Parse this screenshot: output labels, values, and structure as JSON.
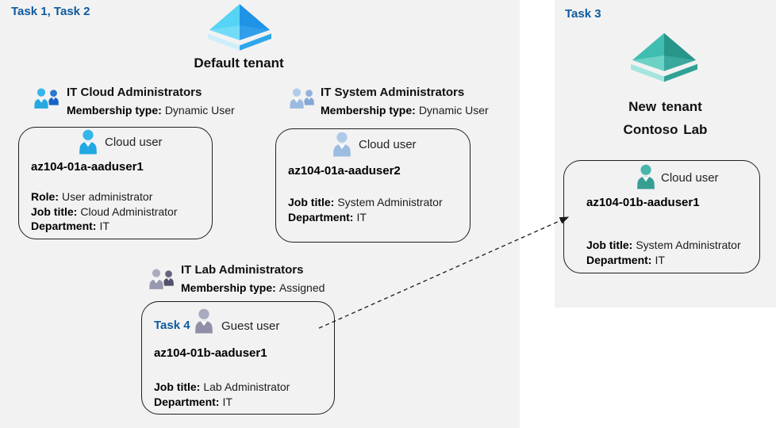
{
  "colors": {
    "task_label_blue": "#0d5a9e",
    "panel_background": "#f2f2f2",
    "card_border": "#1f1f1f",
    "tenant_icon_blue": "#2ea7e9",
    "tenant_icon_teal": "#2fa296",
    "cloud_user_icon_blue": "#29b0e7",
    "cloud_user_icon_pale_blue": "#a6c3e6",
    "guest_user_icon_gray": "#9d9db3",
    "cloud_user_icon_teal": "#41b1a6"
  },
  "icons": {
    "left_tenant": "azure-ad-tenant-diamond-blue",
    "right_tenant": "azure-ad-tenant-diamond-teal",
    "group": "two-people-group-icon",
    "user": "single-person-user-icon"
  },
  "left_panel": {
    "task_label": "Task 1, Task 2",
    "tenant_name": "Default tenant",
    "groups": [
      {
        "name": "IT Cloud Administrators",
        "membership_label": "Membership type:",
        "membership_value": "Dynamic User"
      },
      {
        "name": "IT System Administrators",
        "membership_label": "Membership type:",
        "membership_value": "Dynamic User"
      },
      {
        "name": "IT Lab Administrators",
        "membership_label": "Membership type:",
        "membership_value": "Assigned"
      }
    ],
    "cards": [
      {
        "user_type": "Cloud user",
        "username": "az104-01a-aaduser1",
        "fields": [
          {
            "label": "Role:",
            "value": "User administrator"
          },
          {
            "label": "Job title:",
            "value": "Cloud Administrator"
          },
          {
            "label": "Department:",
            "value": "IT"
          }
        ]
      },
      {
        "user_type": "Cloud user",
        "username": "az104-01a-aaduser2",
        "fields": [
          {
            "label": "Job title:",
            "value": "System Administrator"
          },
          {
            "label": "Department:",
            "value": "IT"
          }
        ]
      },
      {
        "task_label": "Task 4",
        "user_type": "Guest user",
        "username": "az104-01b-aaduser1",
        "fields": [
          {
            "label": "Job title:",
            "value": "Lab Administrator"
          },
          {
            "label": "Department:",
            "value": "IT"
          }
        ]
      }
    ]
  },
  "right_panel": {
    "task_label": "Task 3",
    "tenant_name_line1": "New tenant",
    "tenant_name_line2": "Contoso Lab",
    "card": {
      "user_type": "Cloud user",
      "username": "az104-01b-aaduser1",
      "fields": [
        {
          "label": "Job title:",
          "value": "System Administrator"
        },
        {
          "label": "Department:",
          "value": "IT"
        }
      ]
    }
  }
}
